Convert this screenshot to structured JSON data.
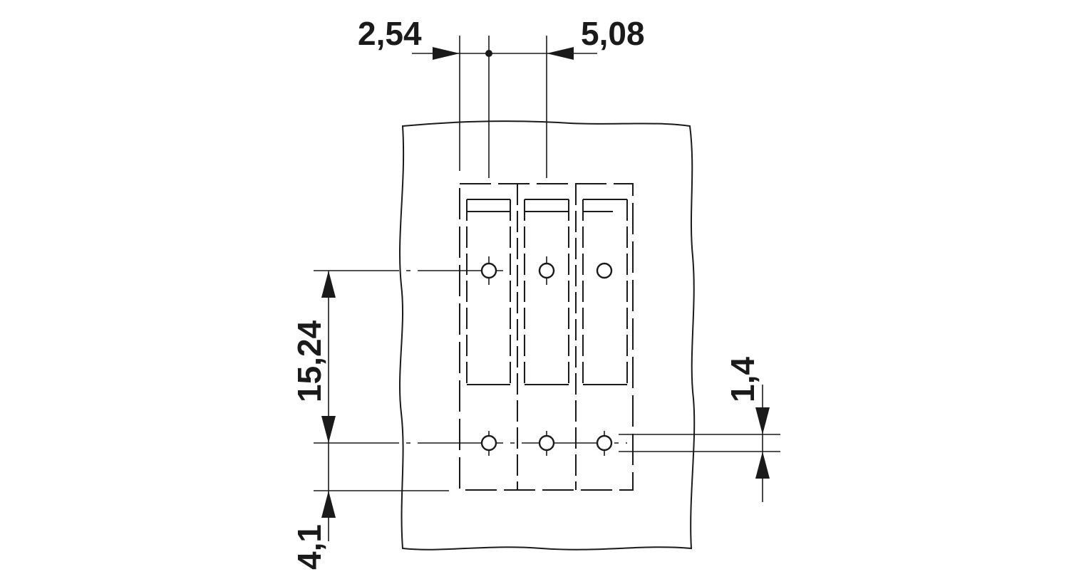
{
  "dimensions": {
    "pitch_small": "2,54",
    "pitch_large": "5,08",
    "row_spacing": "15,24",
    "edge_offset": "4,1",
    "hole_diameter": "1,4"
  },
  "hole_rows": 2,
  "holes_per_row": 3,
  "colors": {
    "line": "#1a1a1a",
    "background": "#ffffff"
  }
}
